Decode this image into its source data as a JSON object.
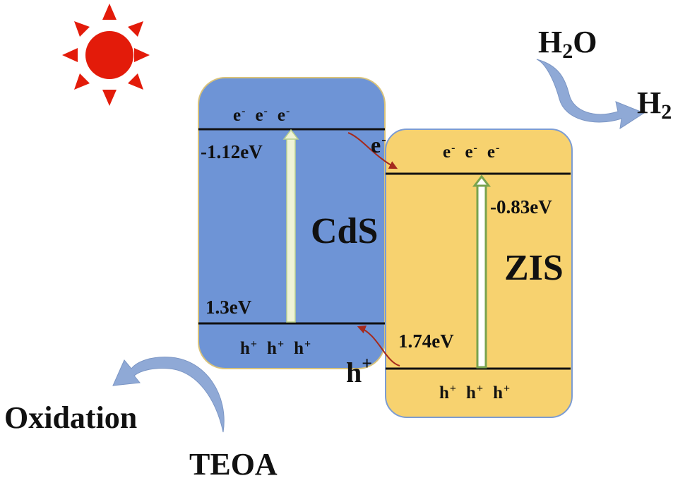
{
  "semiconductors": {
    "cds": {
      "name": "CdS",
      "cb_potential": "-1.12eV",
      "vb_potential": "1.3eV",
      "color": "#6E94D6"
    },
    "zis": {
      "name": "ZIS",
      "cb_potential": "-0.83eV",
      "vb_potential": "1.74eV",
      "color": "#F7D26F"
    }
  },
  "carriers": {
    "electron_base": "e",
    "electron_sup": "-",
    "hole_base": "h",
    "hole_sup": "+"
  },
  "reduction": {
    "reactant_base": "H",
    "reactant_sub": "2",
    "reactant_tail": "O",
    "product_base": "H",
    "product_sub": "2"
  },
  "oxidation": {
    "label": "Oxidation",
    "reagent": "TEOA"
  },
  "colors": {
    "sun": "#E31B0A",
    "transfer_arrow": "#A52A1E",
    "process_arrow": "#8FA9D6",
    "band_line": "#111111"
  },
  "icons": [
    "sun-icon",
    "electron-transfer-arrow",
    "hole-transfer-arrow",
    "reduction-arrow",
    "oxidation-arrow"
  ]
}
